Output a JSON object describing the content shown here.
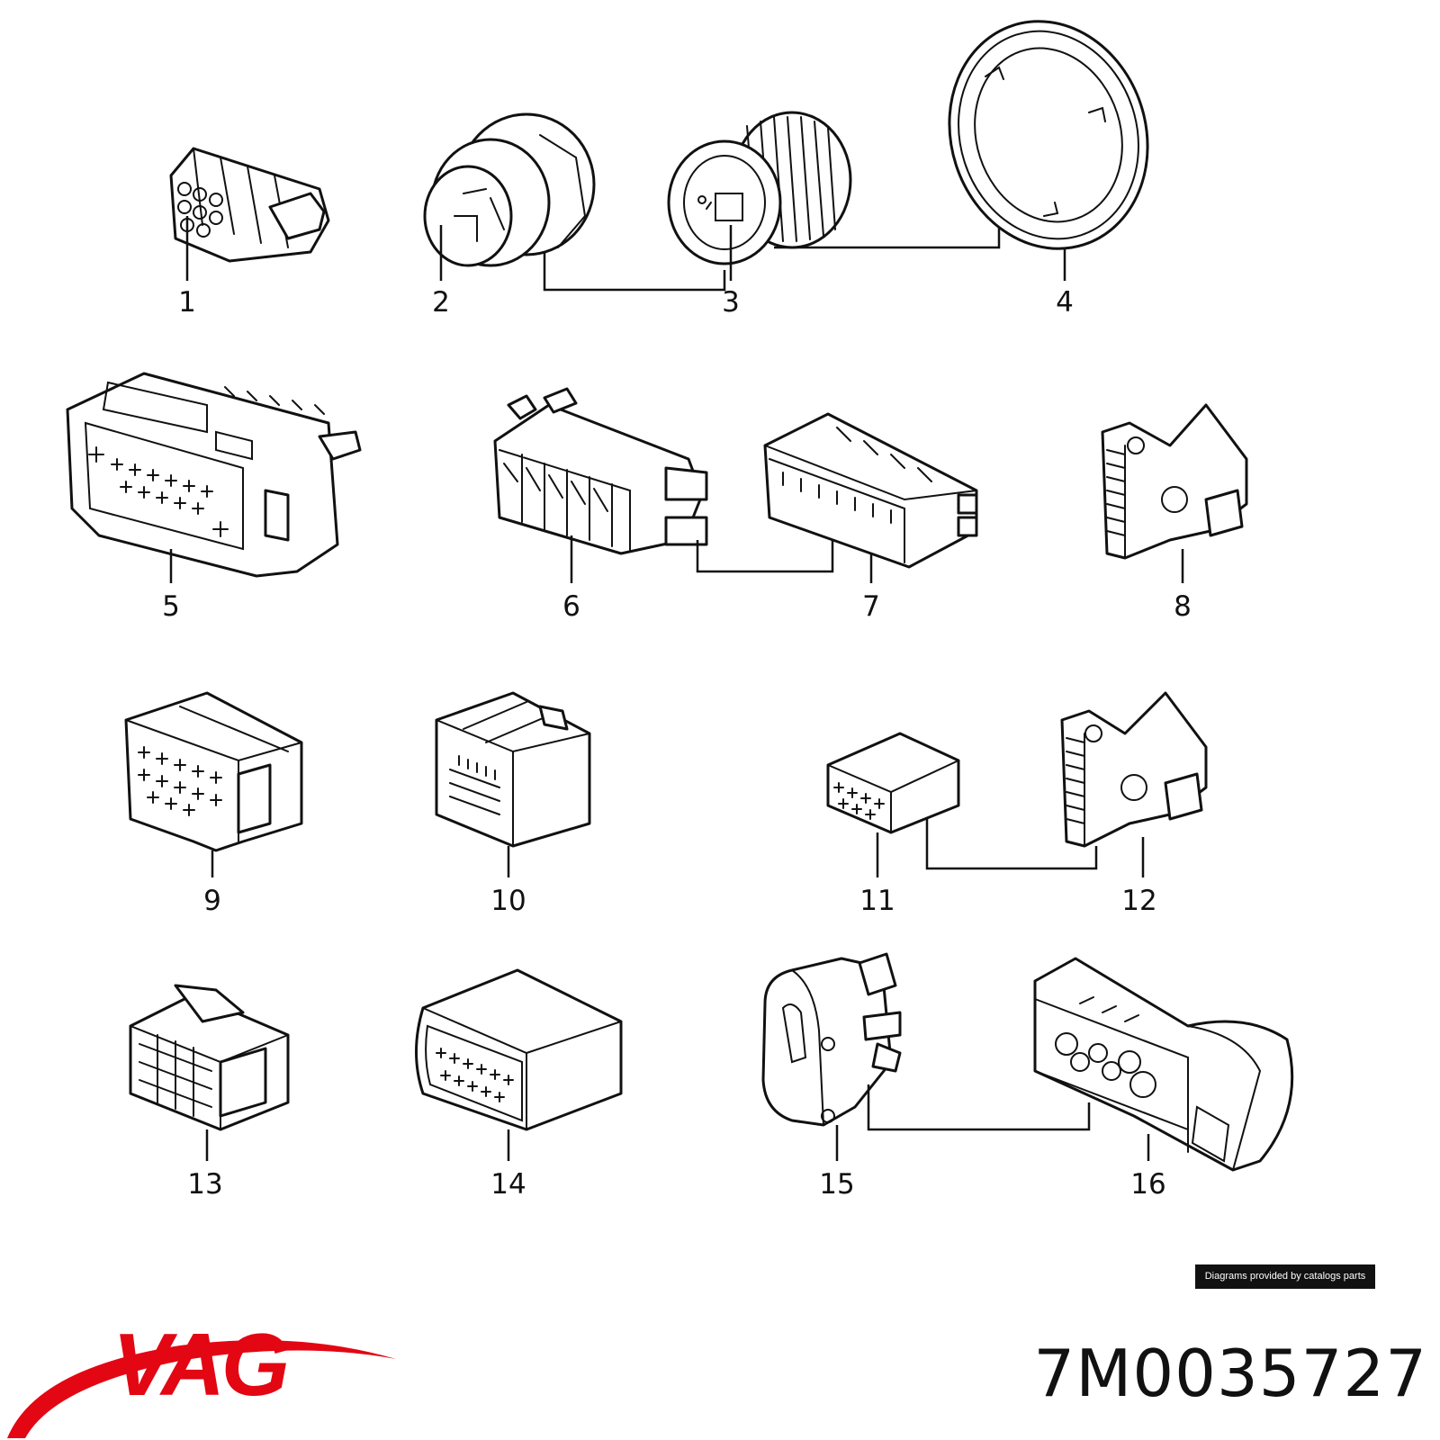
{
  "brand": {
    "logo_text": "VAG",
    "color": "#e30613"
  },
  "part_number": "7M0035727",
  "credit": "Diagrams provided by catalogs parts",
  "callouts": [
    "1",
    "2",
    "3",
    "4",
    "5",
    "6",
    "7",
    "8",
    "9",
    "10",
    "11",
    "12",
    "13",
    "14",
    "15",
    "16"
  ]
}
